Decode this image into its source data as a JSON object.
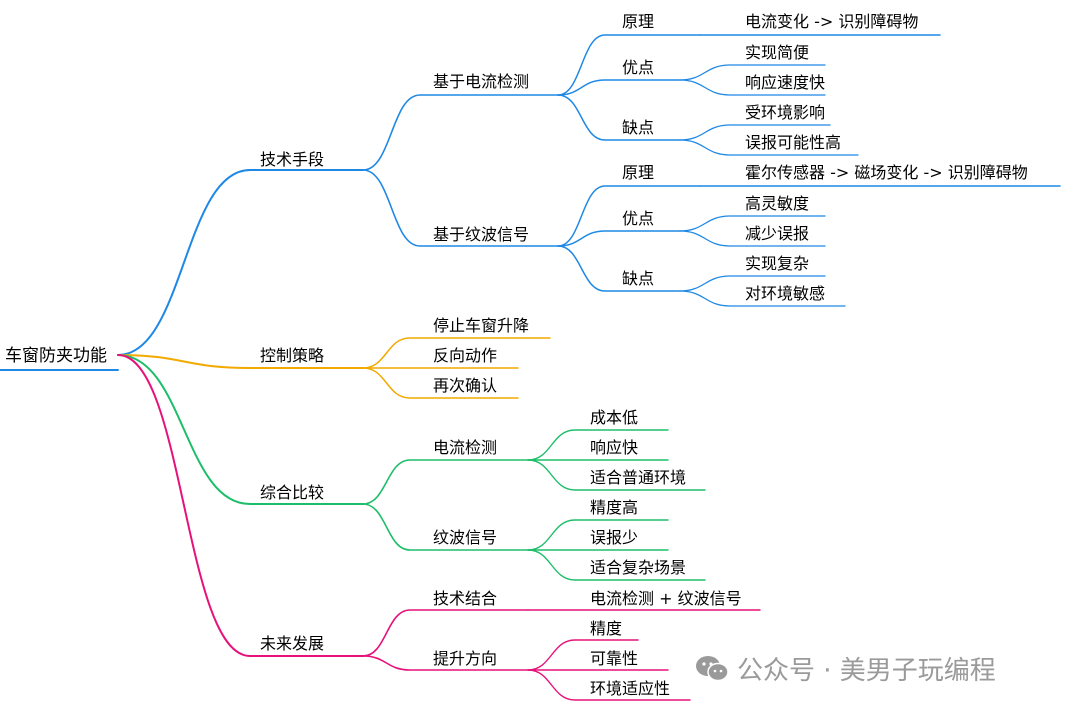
{
  "colors": {
    "blue": "#1e88e5",
    "orange": "#f2a900",
    "green": "#1dbe6a",
    "pink": "#e6127a"
  },
  "root": {
    "label": "车窗防夹功能"
  },
  "branches": {
    "tech_means": {
      "label": "技术手段",
      "current": {
        "label": "基于电流检测",
        "principle": "原理",
        "principle_desc": "电流变化 -> 识别障碍物",
        "pros": "优点",
        "pros_items": [
          "实现简便",
          "响应速度快"
        ],
        "cons": "缺点",
        "cons_items": [
          "受环境影响",
          "误报可能性高"
        ]
      },
      "ripple": {
        "label": "基于纹波信号",
        "principle": "原理",
        "principle_desc": "霍尔传感器 -> 磁场变化 -> 识别障碍物",
        "pros": "优点",
        "pros_items": [
          "高灵敏度",
          "减少误报"
        ],
        "cons": "缺点",
        "cons_items": [
          "实现复杂",
          "对环境敏感"
        ]
      }
    },
    "control": {
      "label": "控制策略",
      "items": [
        "停止车窗升降",
        "反向动作",
        "再次确认"
      ]
    },
    "compare": {
      "label": "综合比较",
      "current": {
        "label": "电流检测",
        "items": [
          "成本低",
          "响应快",
          "适合普通环境"
        ]
      },
      "ripple": {
        "label": "纹波信号",
        "items": [
          "精度高",
          "误报少",
          "适合复杂场景"
        ]
      }
    },
    "future": {
      "label": "未来发展",
      "combine": {
        "label": "技术结合",
        "desc": "电流检测 + 纹波信号"
      },
      "improve": {
        "label": "提升方向",
        "items": [
          "精度",
          "可靠性",
          "环境适应性"
        ]
      }
    }
  },
  "watermark": {
    "icon": "wechat-icon",
    "text": "公众号 · 美男子玩编程"
  }
}
